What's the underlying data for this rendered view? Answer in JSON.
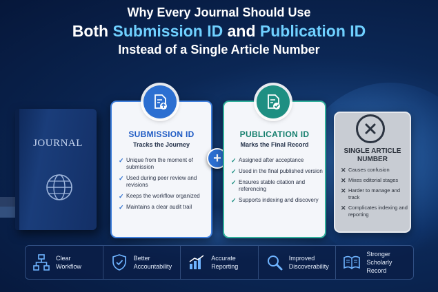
{
  "title": {
    "line1": "Why Every Journal Should Use",
    "line2_prefix": "Both ",
    "line2_hl1": "Submission ID",
    "line2_mid": " and ",
    "line2_hl2": "Publication ID",
    "line3": "Instead of a Single Article Number"
  },
  "book": {
    "title": "JOURNAL"
  },
  "submission": {
    "name": "SUBMISSION ID",
    "tagline": "Tracks the Journey",
    "icon": "document-upload-icon",
    "items": [
      "Unique from the moment of submission",
      "Used during peer review and revisions",
      "Keeps the workflow organized",
      "Maintains a clear audit trail"
    ]
  },
  "publication": {
    "name": "PUBLICATION ID",
    "tagline": "Marks the Final Record",
    "icon": "document-check-icon",
    "items": [
      "Assigned after acceptance",
      "Used in the final published version",
      "Ensures stable citation and referencing",
      "Supports indexing and discovery"
    ]
  },
  "single": {
    "name_line1": "SINGLE ARTICLE",
    "name_line2": "NUMBER",
    "icon": "x-icon",
    "items": [
      "Causes confusion",
      "Mixes editorial stages",
      "Harder to manage and track",
      "Complicates indexing and reporting"
    ]
  },
  "plus_symbol": "+",
  "benefits": [
    {
      "label_line1": "Clear",
      "label_line2": "Workflow",
      "icon": "flowchart-icon"
    },
    {
      "label_line1": "Better",
      "label_line2": "Accountability",
      "icon": "shield-check-icon"
    },
    {
      "label_line1": "Accurate",
      "label_line2": "Reporting",
      "icon": "bar-chart-icon"
    },
    {
      "label_line1": "Improved",
      "label_line2": "Discoverability",
      "icon": "magnifier-icon"
    },
    {
      "label_line1": "Stronger",
      "label_line2": "Scholarly Record",
      "icon": "open-book-icon"
    }
  ],
  "colors": {
    "accent_blue": "#2c6fd1",
    "accent_teal": "#1e8f82",
    "highlight_cyan": "#6fd0ff",
    "background_navy": "#0b2755"
  }
}
